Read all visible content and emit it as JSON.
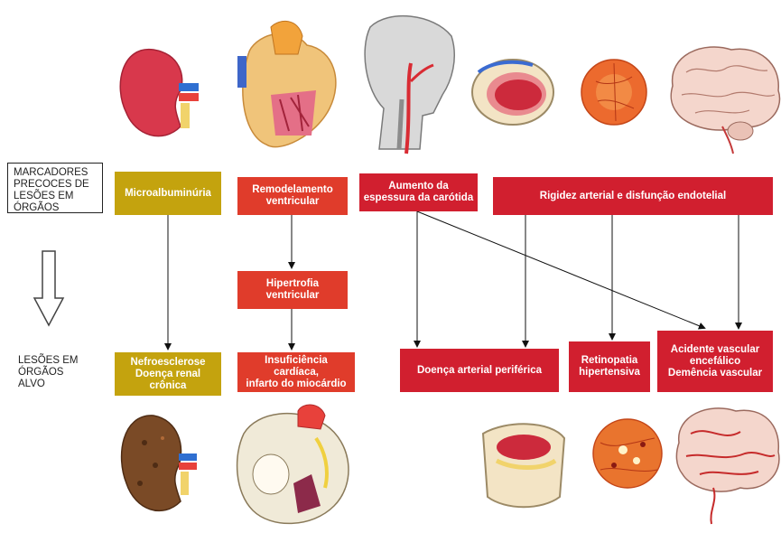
{
  "left_labels": {
    "early_markers": "MARCADORES\nPRECOCES DE\nLESÕES EM\nÓRGÃOS",
    "target_damage": "LESÕES EM\nÓRGÃOS\nALVO"
  },
  "markers": {
    "microalbuminuria": "Microalbuminúria",
    "ventricular_remodeling": "Remodelamento\nventricular",
    "carotid_thickness": "Aumento da\nespessura da carótida",
    "arterial_stiffness": "Rigidez arterial e disfunção endotelial"
  },
  "intermediate": {
    "ventricular_hypertrophy": "Hipertrofia\nventricular"
  },
  "outcomes": {
    "nephrosclerosis": "Nefroesclerose\nDoença renal\ncrônica",
    "heart_failure": "Insuficiência cardíaca,\ninfarto do miocárdio",
    "peripheral_disease": "Doença arterial periférica",
    "retinopathy": "Retinopatia\nhipertensiva",
    "stroke": "Acidente vascular\nencefálico\nDemência vascular"
  },
  "colors": {
    "olive": "#c4a30e",
    "red": "#e03c2b",
    "crimson": "#d11f2f"
  },
  "illustrations": {
    "top": [
      "kidney-icon",
      "heart-icon",
      "head-carotid-icon",
      "artery-cross-section-icon",
      "retina-icon",
      "brain-icon"
    ],
    "bottom": [
      "damaged-kidney-icon",
      "damaged-heart-icon",
      "damaged-artery-icon",
      "damaged-retina-icon",
      "damaged-brain-icon"
    ]
  }
}
